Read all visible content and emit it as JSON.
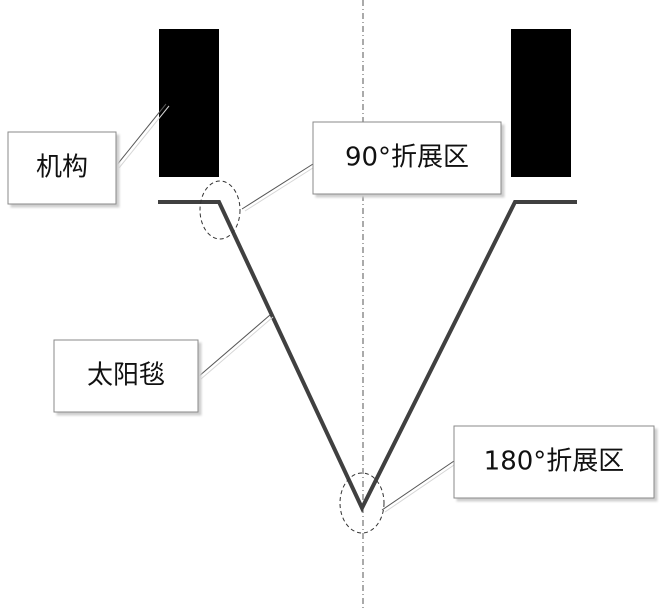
{
  "labels": {
    "mechanism": "机构",
    "fold_90": "90°折展区",
    "solar_blanket": "太阳毯",
    "fold_180": "180°折展区"
  },
  "colors": {
    "mechanism_fill": "#000000",
    "blanket_stroke": "#404040",
    "box_border": "#8a8a8a"
  }
}
